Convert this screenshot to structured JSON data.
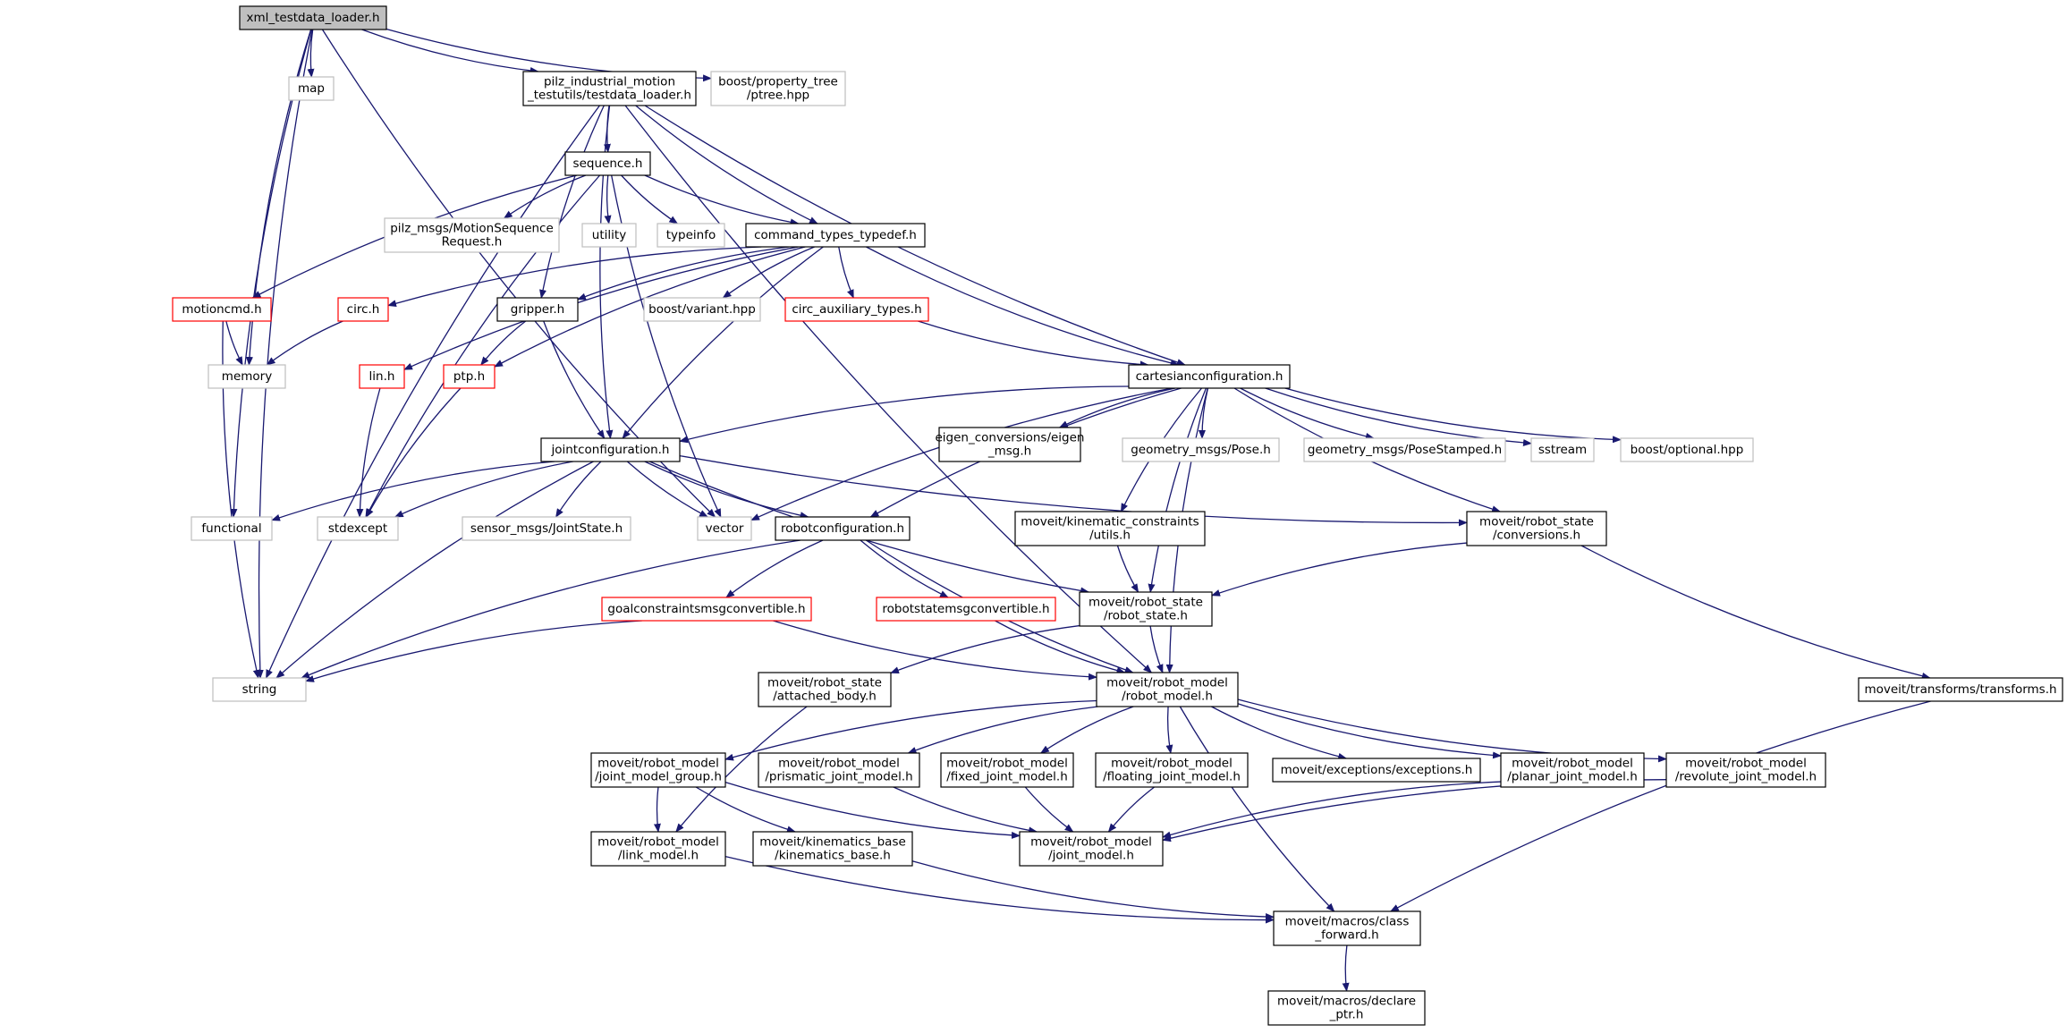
{
  "colors": {
    "edge": "#191970",
    "border_normal": "#000000",
    "border_missing": "#bfbfbf",
    "border_truncated": "#ff0000",
    "root_fill": "#bfbfbf",
    "text": "#000000"
  },
  "nodes": [
    {
      "id": "root",
      "lines": [
        "xml_testdata_loader.h"
      ],
      "style": "root"
    },
    {
      "id": "map",
      "lines": [
        "map"
      ],
      "style": "missing"
    },
    {
      "id": "pilz_testdata",
      "lines": [
        "pilz_industrial_motion",
        "_testutils/testdata_loader.h"
      ],
      "style": "normal"
    },
    {
      "id": "ptree",
      "lines": [
        "boost/property_tree",
        "/ptree.hpp"
      ],
      "style": "missing"
    },
    {
      "id": "sequence",
      "lines": [
        "sequence.h"
      ],
      "style": "normal"
    },
    {
      "id": "motionseq",
      "lines": [
        "pilz_msgs/MotionSequence",
        "Request.h"
      ],
      "style": "missing"
    },
    {
      "id": "utility",
      "lines": [
        "utility"
      ],
      "style": "missing"
    },
    {
      "id": "typeinfo",
      "lines": [
        "typeinfo"
      ],
      "style": "missing"
    },
    {
      "id": "cmd_types",
      "lines": [
        "command_types_typedef.h"
      ],
      "style": "normal"
    },
    {
      "id": "motioncmd",
      "lines": [
        "motioncmd.h"
      ],
      "style": "truncated"
    },
    {
      "id": "circ",
      "lines": [
        "circ.h"
      ],
      "style": "truncated"
    },
    {
      "id": "gripper",
      "lines": [
        "gripper.h"
      ],
      "style": "normal"
    },
    {
      "id": "boost_variant",
      "lines": [
        "boost/variant.hpp"
      ],
      "style": "missing"
    },
    {
      "id": "circ_aux",
      "lines": [
        "circ_auxiliary_types.h"
      ],
      "style": "truncated"
    },
    {
      "id": "memory",
      "lines": [
        "memory"
      ],
      "style": "missing"
    },
    {
      "id": "lin",
      "lines": [
        "lin.h"
      ],
      "style": "truncated"
    },
    {
      "id": "ptp",
      "lines": [
        "ptp.h"
      ],
      "style": "truncated"
    },
    {
      "id": "cartesian",
      "lines": [
        "cartesianconfiguration.h"
      ],
      "style": "normal"
    },
    {
      "id": "eigen_conv",
      "lines": [
        "eigen_conversions/eigen",
        "_msg.h"
      ],
      "style": "normal"
    },
    {
      "id": "geo_pose",
      "lines": [
        "geometry_msgs/Pose.h"
      ],
      "style": "missing"
    },
    {
      "id": "geo_posestamped",
      "lines": [
        "geometry_msgs/PoseStamped.h"
      ],
      "style": "missing"
    },
    {
      "id": "sstream",
      "lines": [
        "sstream"
      ],
      "style": "missing"
    },
    {
      "id": "boost_optional",
      "lines": [
        "boost/optional.hpp"
      ],
      "style": "missing"
    },
    {
      "id": "jointconfig",
      "lines": [
        "jointconfiguration.h"
      ],
      "style": "normal"
    },
    {
      "id": "functional",
      "lines": [
        "functional"
      ],
      "style": "missing"
    },
    {
      "id": "stdexcept",
      "lines": [
        "stdexcept"
      ],
      "style": "missing"
    },
    {
      "id": "sensor_msgs",
      "lines": [
        "sensor_msgs/JointState.h"
      ],
      "style": "missing"
    },
    {
      "id": "vector",
      "lines": [
        "vector"
      ],
      "style": "missing"
    },
    {
      "id": "robotconfig",
      "lines": [
        "robotconfiguration.h"
      ],
      "style": "normal"
    },
    {
      "id": "kin_constraints",
      "lines": [
        "moveit/kinematic_constraints",
        "/utils.h"
      ],
      "style": "normal"
    },
    {
      "id": "rs_conversions",
      "lines": [
        "moveit/robot_state",
        "/conversions.h"
      ],
      "style": "normal"
    },
    {
      "id": "goalconstraints",
      "lines": [
        "goalconstraintsmsgconvertible.h"
      ],
      "style": "truncated"
    },
    {
      "id": "robotstatemsg",
      "lines": [
        "robotstatemsgconvertible.h"
      ],
      "style": "truncated"
    },
    {
      "id": "robot_state",
      "lines": [
        "moveit/robot_state",
        "/robot_state.h"
      ],
      "style": "normal"
    },
    {
      "id": "string",
      "lines": [
        "string"
      ],
      "style": "missing"
    },
    {
      "id": "attached_body",
      "lines": [
        "moveit/robot_state",
        "/attached_body.h"
      ],
      "style": "normal"
    },
    {
      "id": "robot_model",
      "lines": [
        "moveit/robot_model",
        "/robot_model.h"
      ],
      "style": "normal"
    },
    {
      "id": "transforms",
      "lines": [
        "moveit/transforms/transforms.h"
      ],
      "style": "normal"
    },
    {
      "id": "jmg",
      "lines": [
        "moveit/robot_model",
        "/joint_model_group.h"
      ],
      "style": "normal"
    },
    {
      "id": "prismatic",
      "lines": [
        "moveit/robot_model",
        "/prismatic_joint_model.h"
      ],
      "style": "normal"
    },
    {
      "id": "fixed",
      "lines": [
        "moveit/robot_model",
        "/fixed_joint_model.h"
      ],
      "style": "normal"
    },
    {
      "id": "floating",
      "lines": [
        "moveit/robot_model",
        "/floating_joint_model.h"
      ],
      "style": "normal"
    },
    {
      "id": "exceptions",
      "lines": [
        "moveit/exceptions/exceptions.h"
      ],
      "style": "normal"
    },
    {
      "id": "planar",
      "lines": [
        "moveit/robot_model",
        "/planar_joint_model.h"
      ],
      "style": "normal"
    },
    {
      "id": "revolute",
      "lines": [
        "moveit/robot_model",
        "/revolute_joint_model.h"
      ],
      "style": "normal"
    },
    {
      "id": "link_model",
      "lines": [
        "moveit/robot_model",
        "/link_model.h"
      ],
      "style": "normal"
    },
    {
      "id": "kin_base",
      "lines": [
        "moveit/kinematics_base",
        "/kinematics_base.h"
      ],
      "style": "normal"
    },
    {
      "id": "joint_model",
      "lines": [
        "moveit/robot_model",
        "/joint_model.h"
      ],
      "style": "normal"
    },
    {
      "id": "class_forward",
      "lines": [
        "moveit/macros/class",
        "_forward.h"
      ],
      "style": "normal"
    },
    {
      "id": "declare_ptr",
      "lines": [
        "moveit/macros/declare",
        "_ptr.h"
      ],
      "style": "normal"
    }
  ],
  "edges": [
    [
      "root",
      "map"
    ],
    [
      "root",
      "pilz_testdata"
    ],
    [
      "root",
      "ptree"
    ],
    [
      "root",
      "string"
    ],
    [
      "root",
      "memory"
    ],
    [
      "root",
      "functional"
    ],
    [
      "root",
      "vector"
    ],
    [
      "pilz_testdata",
      "sequence"
    ],
    [
      "pilz_testdata",
      "cmd_types"
    ],
    [
      "pilz_testdata",
      "gripper"
    ],
    [
      "pilz_testdata",
      "string"
    ],
    [
      "pilz_testdata",
      "jointconfig"
    ],
    [
      "pilz_testdata",
      "cartesian"
    ],
    [
      "pilz_testdata",
      "robot_model"
    ],
    [
      "sequence",
      "motionseq"
    ],
    [
      "sequence",
      "utility"
    ],
    [
      "sequence",
      "typeinfo"
    ],
    [
      "sequence",
      "cmd_types"
    ],
    [
      "sequence",
      "motioncmd"
    ],
    [
      "sequence",
      "stdexcept"
    ],
    [
      "sequence",
      "vector"
    ],
    [
      "cmd_types",
      "circ"
    ],
    [
      "cmd_types",
      "gripper"
    ],
    [
      "cmd_types",
      "boost_variant"
    ],
    [
      "cmd_types",
      "circ_aux"
    ],
    [
      "cmd_types",
      "lin"
    ],
    [
      "cmd_types",
      "ptp"
    ],
    [
      "cmd_types",
      "jointconfig"
    ],
    [
      "cmd_types",
      "cartesian"
    ],
    [
      "motioncmd",
      "memory"
    ],
    [
      "motioncmd",
      "string"
    ],
    [
      "circ",
      "memory"
    ],
    [
      "gripper",
      "ptp"
    ],
    [
      "gripper",
      "jointconfig"
    ],
    [
      "circ_aux",
      "cartesian"
    ],
    [
      "lin",
      "stdexcept"
    ],
    [
      "ptp",
      "stdexcept"
    ],
    [
      "cartesian",
      "jointconfig"
    ],
    [
      "cartesian",
      "eigen_conv"
    ],
    [
      "cartesian",
      "geo_pose"
    ],
    [
      "cartesian",
      "geo_posestamped"
    ],
    [
      "cartesian",
      "sstream"
    ],
    [
      "cartesian",
      "boost_optional"
    ],
    [
      "cartesian",
      "vector"
    ],
    [
      "cartesian",
      "kin_constraints"
    ],
    [
      "cartesian",
      "robotconfig"
    ],
    [
      "cartesian",
      "rs_conversions"
    ],
    [
      "cartesian",
      "robot_state"
    ],
    [
      "cartesian",
      "robot_model"
    ],
    [
      "jointconfig",
      "functional"
    ],
    [
      "jointconfig",
      "stdexcept"
    ],
    [
      "jointconfig",
      "sensor_msgs"
    ],
    [
      "jointconfig",
      "vector"
    ],
    [
      "jointconfig",
      "robotconfig"
    ],
    [
      "jointconfig",
      "rs_conversions"
    ],
    [
      "jointconfig",
      "string"
    ],
    [
      "jointconfig",
      "robot_state"
    ],
    [
      "robotconfig",
      "goalconstraints"
    ],
    [
      "robotconfig",
      "robotstatemsg"
    ],
    [
      "robotconfig",
      "string"
    ],
    [
      "robotconfig",
      "robot_model"
    ],
    [
      "kin_constraints",
      "robot_state"
    ],
    [
      "rs_conversions",
      "robot_state"
    ],
    [
      "rs_conversions",
      "transforms"
    ],
    [
      "goalconstraints",
      "string"
    ],
    [
      "goalconstraints",
      "robot_model"
    ],
    [
      "robotstatemsg",
      "robot_model"
    ],
    [
      "robot_state",
      "attached_body"
    ],
    [
      "robot_state",
      "robot_model"
    ],
    [
      "attached_body",
      "link_model"
    ],
    [
      "robot_model",
      "jmg"
    ],
    [
      "robot_model",
      "prismatic"
    ],
    [
      "robot_model",
      "fixed"
    ],
    [
      "robot_model",
      "floating"
    ],
    [
      "robot_model",
      "exceptions"
    ],
    [
      "robot_model",
      "planar"
    ],
    [
      "robot_model",
      "revolute"
    ],
    [
      "robot_model",
      "class_forward"
    ],
    [
      "transforms",
      "class_forward"
    ],
    [
      "jmg",
      "link_model"
    ],
    [
      "jmg",
      "kin_base"
    ],
    [
      "jmg",
      "joint_model"
    ],
    [
      "prismatic",
      "joint_model"
    ],
    [
      "fixed",
      "joint_model"
    ],
    [
      "floating",
      "joint_model"
    ],
    [
      "planar",
      "joint_model"
    ],
    [
      "revolute",
      "joint_model"
    ],
    [
      "link_model",
      "class_forward"
    ],
    [
      "kin_base",
      "class_forward"
    ],
    [
      "class_forward",
      "declare_ptr"
    ]
  ]
}
